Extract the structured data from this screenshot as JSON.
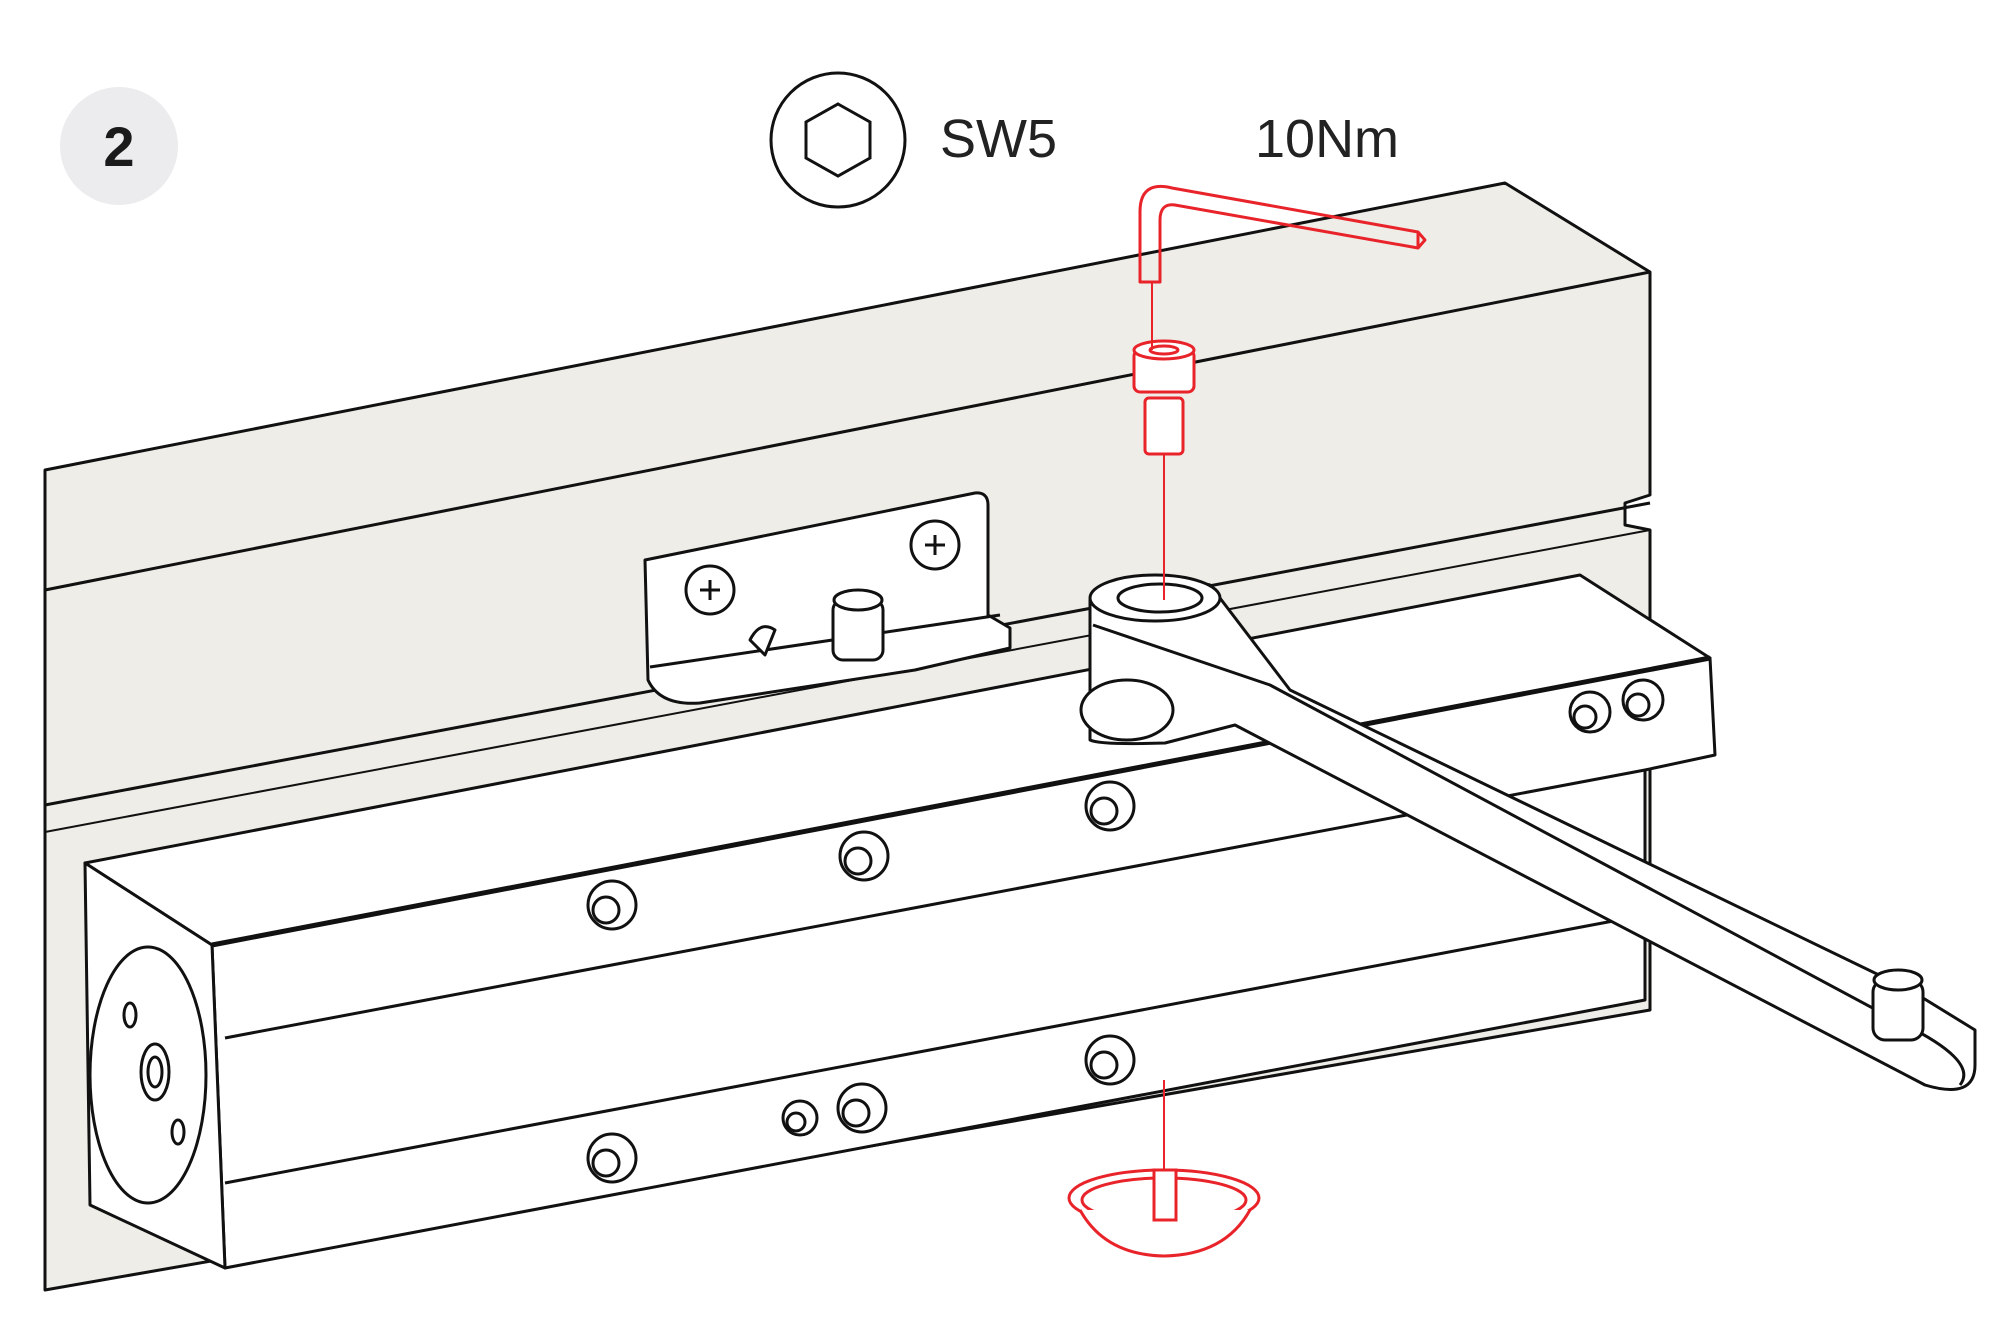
{
  "step": {
    "number": "2"
  },
  "tool": {
    "icon": "hex-socket-icon",
    "label": "SW5"
  },
  "torque": {
    "label": "10Nm"
  },
  "colors": {
    "line": "#111111",
    "highlight": "#e8242a",
    "wall": "#eeede8",
    "badge": "#ececee"
  }
}
